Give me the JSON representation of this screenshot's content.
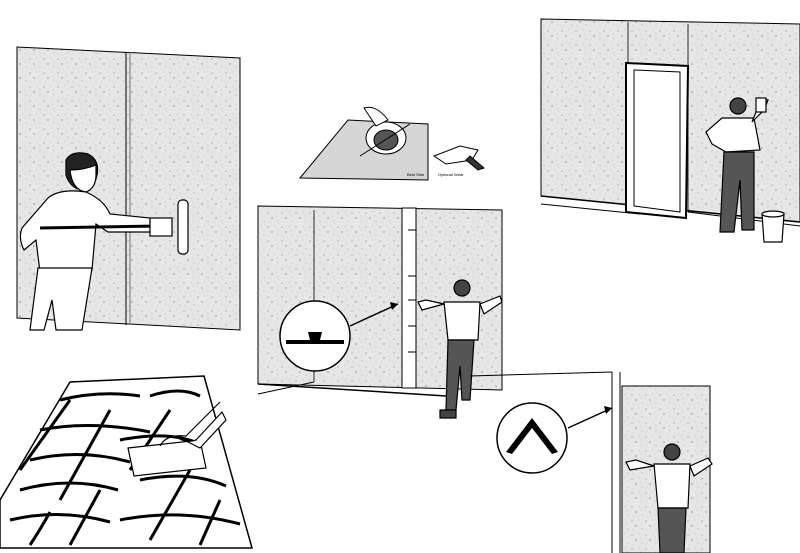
{
  "panels": [
    {
      "id": "roller-panel",
      "caption": ""
    },
    {
      "id": "tools-panel",
      "caption": ""
    },
    {
      "id": "door-panel",
      "caption": ""
    },
    {
      "id": "seam-panel",
      "caption": ""
    },
    {
      "id": "texture-panel",
      "caption": ""
    },
    {
      "id": "corner-panel",
      "caption": ""
    }
  ],
  "tool_labels": {
    "saw": "Best Side",
    "drill": "Optional Wear"
  },
  "colors": {
    "ink": "#000000",
    "panel_fill": "#e6e6e6",
    "paper": "#ffffff"
  }
}
